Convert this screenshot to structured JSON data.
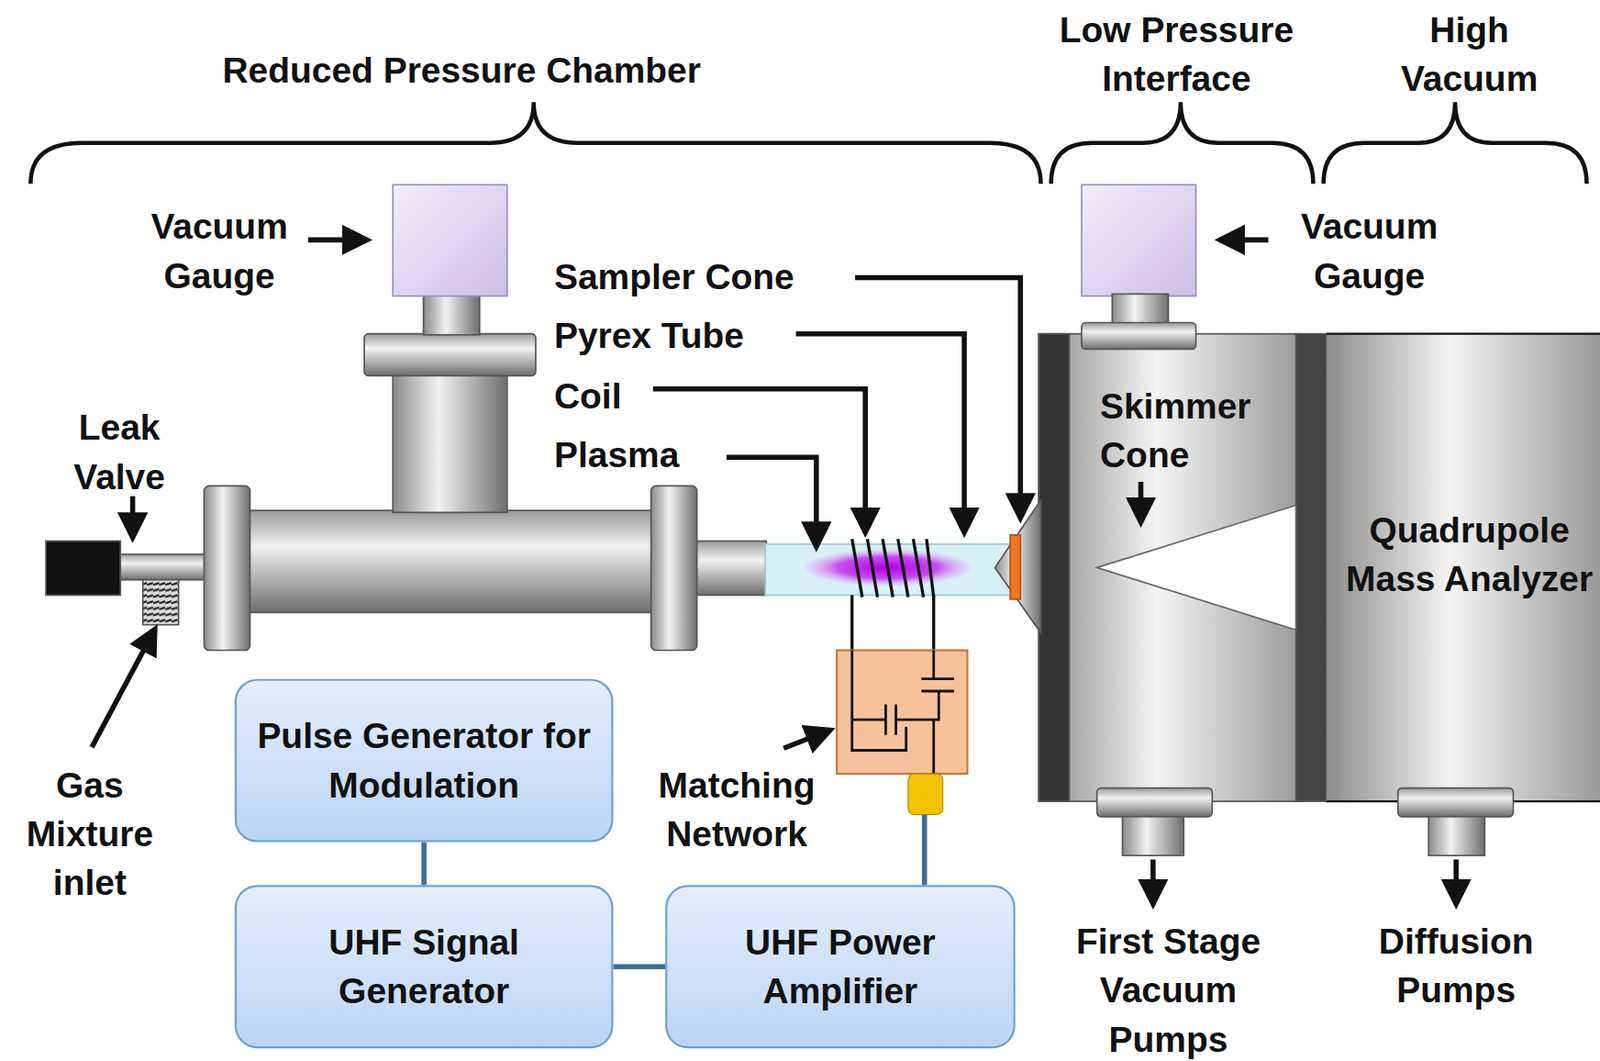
{
  "diagram": {
    "nodes": [
      {
        "text": [
          "Pulse Generator for Modulation"
        ]
      },
      {
        "text": [
          "UHF Signal Generator"
        ]
      },
      {
        "text": [
          "UHF Power Amplifier"
        ]
      }
    ],
    "edges": [
      {
        "from": 0,
        "to": 1,
        "arrow": "none"
      },
      {
        "from": 1,
        "to": 2,
        "arrow": "none"
      }
    ],
    "labels": [
      "Reduced Pressure Chamber",
      "Low Pressure Interface",
      "High Vacuum",
      "Vacuum Gauge",
      "Vacuum Gauge",
      "Leak Valve",
      "Gas Mixture inlet",
      "Sampler Cone",
      "Pyrex Tube",
      "Coil",
      "Plasma",
      "Skimmer Cone",
      "Quadrupole Mass Analyzer",
      "Matching Network",
      "First Stage Vacuum Pumps",
      "Diffusion Pumps"
    ]
  }
}
